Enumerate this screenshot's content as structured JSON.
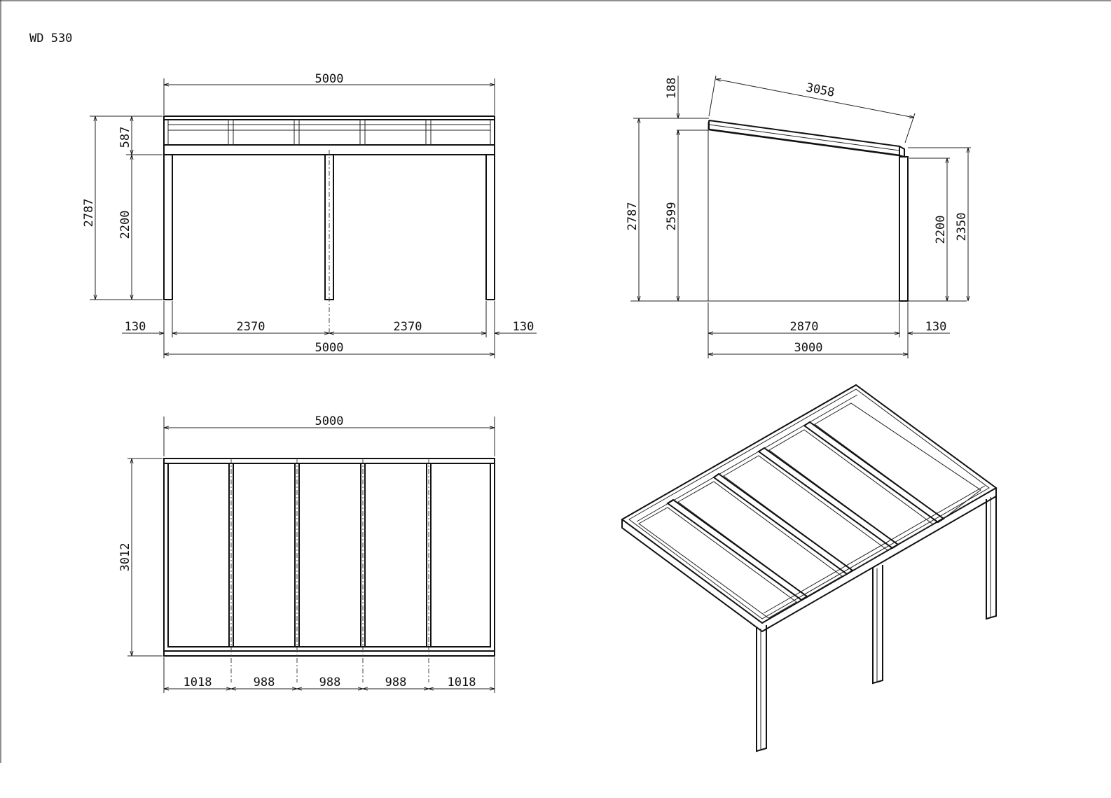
{
  "title": "WD 530",
  "front_view": {
    "width_top": "5000",
    "height_total": "2787",
    "height_roof": "587",
    "height_clear": "2200",
    "overhang_left": "130",
    "span_left": "2370",
    "span_right": "2370",
    "overhang_right": "130",
    "width_bottom": "5000"
  },
  "side_view": {
    "height_gutter": "188",
    "rafter_length": "3058",
    "height_total": "2787",
    "height_wall": "2599",
    "height_post": "2200",
    "height_front": "2350",
    "depth_posts": "2870",
    "overhang": "130",
    "depth_total": "3000"
  },
  "plan_view": {
    "width": "5000",
    "depth": "3012",
    "bays": [
      "1018",
      "988",
      "988",
      "988",
      "1018"
    ]
  }
}
